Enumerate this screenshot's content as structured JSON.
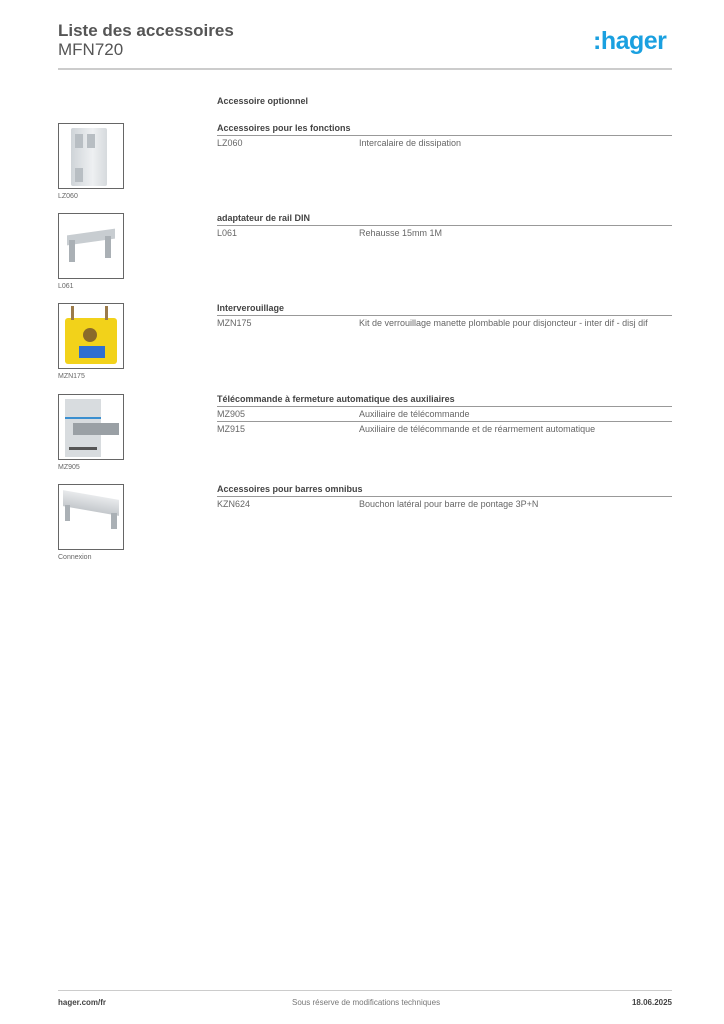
{
  "header": {
    "title": "Liste des accessoires",
    "subtitle": "MFN720",
    "logo": ":hager",
    "logo_color": "#1aa0e0"
  },
  "optional_label": "Accessoire optionnel",
  "sections": [
    {
      "caption": "LZ060",
      "group": "Accessoires pour les fonctions",
      "rows": [
        {
          "ref": "LZ060",
          "desc": "Intercalaire de dissipation"
        }
      ]
    },
    {
      "caption": "L061",
      "group": "adaptateur de rail DIN",
      "rows": [
        {
          "ref": "L061",
          "desc": "Rehausse 15mm 1M"
        }
      ]
    },
    {
      "caption": "MZN175",
      "group": "Interverouillage",
      "rows": [
        {
          "ref": "MZN175",
          "desc": "Kit de verrouillage manette plombable pour disjoncteur - inter dif - disj dif"
        }
      ]
    },
    {
      "caption": "MZ905",
      "group": "Télécommande à fermeture automatique des auxiliaires",
      "rows": [
        {
          "ref": "MZ905",
          "desc": "Auxiliaire de télécommande"
        },
        {
          "ref": "MZ915",
          "desc": "Auxiliaire de télécommande et de réarmement automatique"
        }
      ]
    },
    {
      "caption": "Connexion",
      "group": "Accessoires pour barres omnibus",
      "rows": [
        {
          "ref": "KZN624",
          "desc": "Bouchon latéral pour barre de pontage 3P+N"
        }
      ]
    }
  ],
  "footer": {
    "website": "hager.com/fr",
    "notice": "Sous réserve de modifications techniques",
    "date": "18.06.2025"
  }
}
